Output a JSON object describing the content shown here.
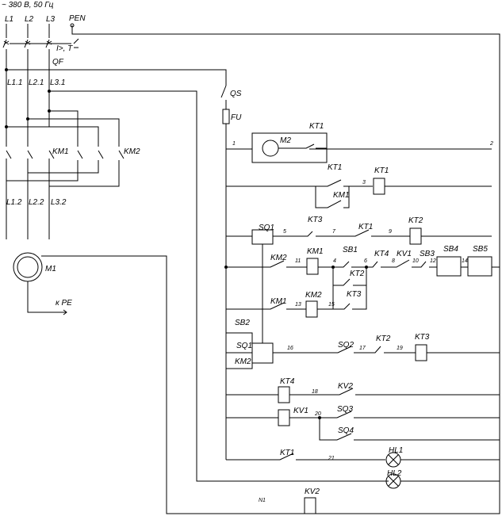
{
  "supply": {
    "label": "~ 380 В, 50 Гц"
  },
  "phases": [
    "L1",
    "L2",
    "L3",
    "PEN"
  ],
  "breaker": {
    "name": "QF",
    "trip": "I>, T"
  },
  "lines_after_qf": [
    "L1.1",
    "L2.1",
    "L3.1"
  ],
  "lines_after_km": [
    "L1.2",
    "L2.2",
    "L3.2"
  ],
  "contactors": [
    "KM1",
    "KM2"
  ],
  "motor": {
    "name": "M1",
    "pe": "к PE"
  },
  "control": {
    "qs": "QS",
    "fu": "FU"
  },
  "rung1": {
    "node_left": "1",
    "node_right": "2",
    "drive": "M2",
    "contact": "KT1"
  },
  "rung2": {
    "contact_top": "KT1",
    "contact_bottom": "KM1",
    "node": "3",
    "coil": "KT1"
  },
  "rung3": {
    "sq": "SQ1",
    "node5": "5",
    "kt3": "KT3",
    "node7": "7",
    "kt1": "KT1",
    "node9": "9",
    "coil": "KT2"
  },
  "rung4": {
    "km2": "KM2",
    "node11": "11",
    "coil": "KM1",
    "node4": "4",
    "sb1": "SB1",
    "node6": "6",
    "kt2": "KT2",
    "kt4": "KT4",
    "node8": "8",
    "kv1": "KV1",
    "node10": "10",
    "sb3": "SB3",
    "node12": "12",
    "sb4": "SB4",
    "node14": "14",
    "sb5": "SB5"
  },
  "rung5": {
    "km1": "KM1",
    "node13": "13",
    "coil": "KM2",
    "node15": "15",
    "kt3": "KT3"
  },
  "rung6": {
    "sb2": "SB2",
    "sq1": "SQ1",
    "km2": "KM2",
    "node16": "16",
    "sq2": "SQ2",
    "node17": "17",
    "kt2": "KT2",
    "node19": "19",
    "coil": "KT3"
  },
  "rung7": {
    "coil": "KT4",
    "node18": "18",
    "kv2": "KV2"
  },
  "rung8": {
    "coil": "KV1",
    "node20": "20",
    "sq3": "SQ3",
    "sq4": "SQ4"
  },
  "rung9": {
    "kt1": "KT1",
    "node21": "21",
    "lamp1": "HL1",
    "lamp2": "HL2"
  },
  "rung10": {
    "node": "N1",
    "coil": "KV2"
  }
}
